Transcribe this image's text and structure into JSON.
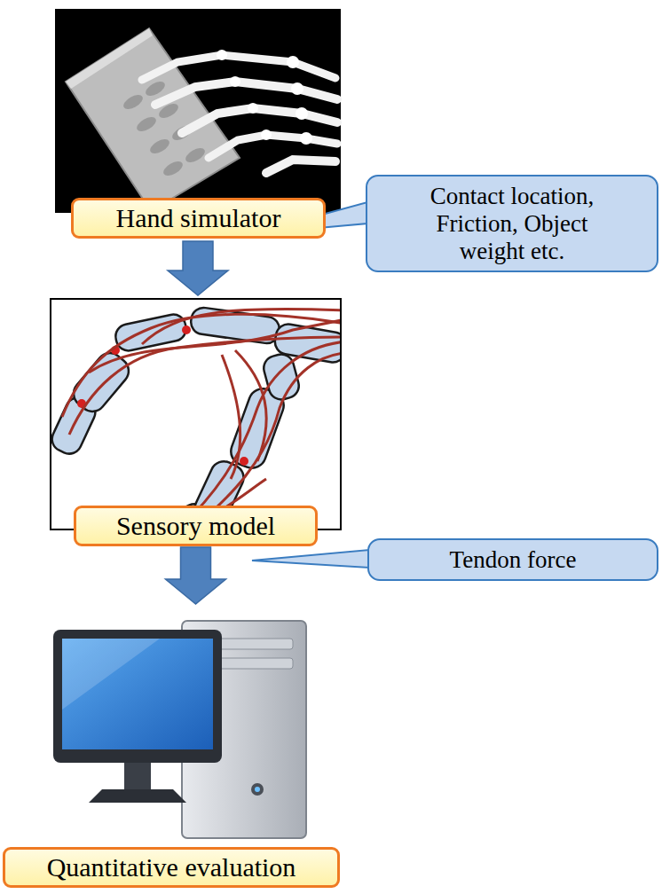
{
  "diagram": {
    "nodes": [
      {
        "text": [
          "Hand simulator"
        ]
      },
      {
        "text": [
          "Contact location, Friction, Object weight etc."
        ]
      },
      {
        "text": [
          "Sensory model"
        ]
      },
      {
        "text": [
          "Tendon force"
        ]
      },
      {
        "text": [
          "Quantitative evaluation"
        ]
      }
    ],
    "edges": [
      {
        "from": 0,
        "to": 2,
        "arrow": "to"
      },
      {
        "from": 2,
        "to": 4,
        "arrow": "to"
      }
    ]
  }
}
